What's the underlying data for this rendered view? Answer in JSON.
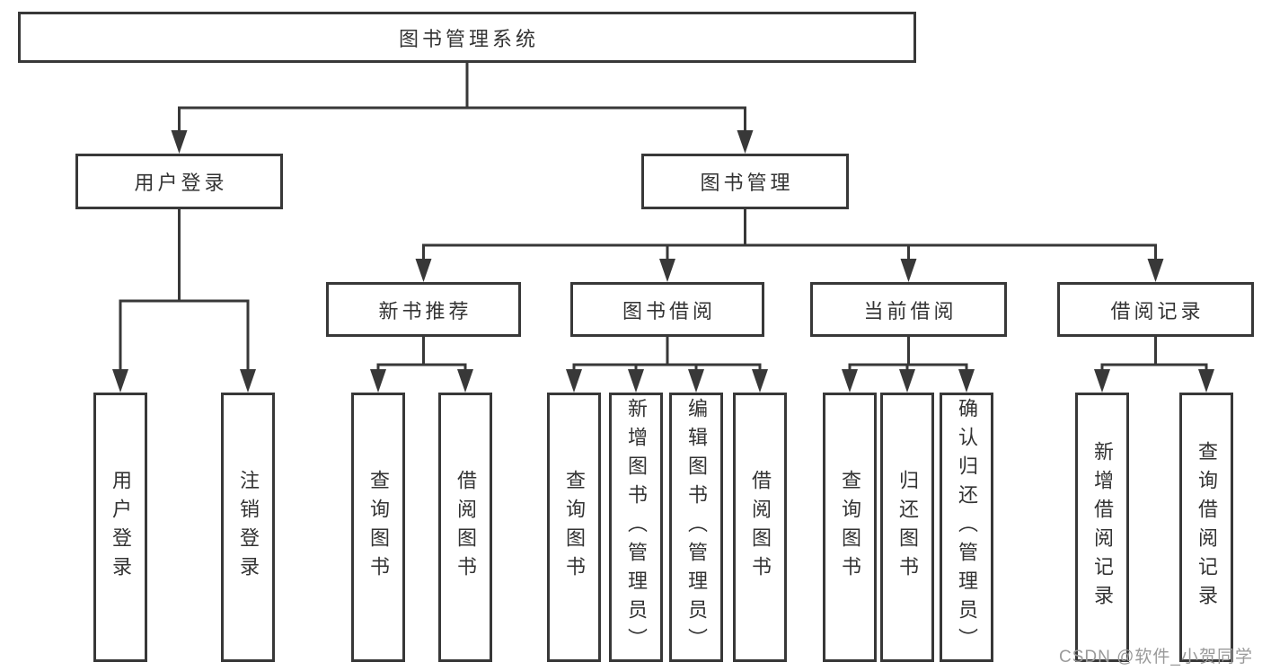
{
  "colors": {
    "line": "#383838",
    "box_border": "#383838",
    "box_fill": "#ffffff",
    "text": "#333333",
    "background": "#ffffff",
    "watermark": "#9a9a9a"
  },
  "diagram": {
    "root": {
      "label": "图书管理系统"
    },
    "l2": [
      {
        "label": "用户登录",
        "children": [
          {
            "label": "用户登录"
          },
          {
            "label": "注销登录"
          }
        ]
      },
      {
        "label": "图书管理"
      }
    ],
    "l3": [
      {
        "label": "新书推荐",
        "children": [
          {
            "label": "查询图书"
          },
          {
            "label": "借阅图书"
          }
        ]
      },
      {
        "label": "图书借阅",
        "children": [
          {
            "label": "查询图书"
          },
          {
            "label": "新增图书（管理员）"
          },
          {
            "label": "编辑图书（管理员）"
          },
          {
            "label": "借阅图书"
          }
        ]
      },
      {
        "label": "当前借阅",
        "children": [
          {
            "label": "查询图书"
          },
          {
            "label": "归还图书"
          },
          {
            "label": "确认归还（管理员）"
          }
        ]
      },
      {
        "label": "借阅记录",
        "children": [
          {
            "label": "新增借阅记录"
          },
          {
            "label": "查询借阅记录"
          }
        ]
      }
    ]
  },
  "watermark": {
    "text": "CSDN @软件_小贺同学"
  }
}
